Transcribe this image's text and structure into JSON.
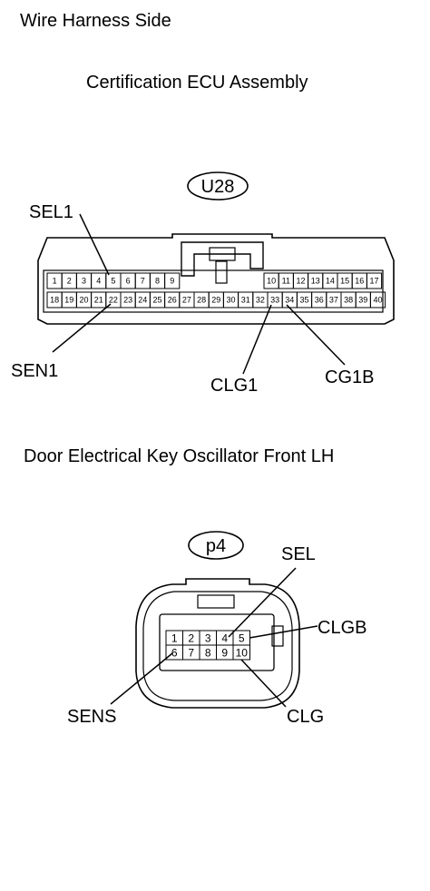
{
  "header": "Wire Harness Side",
  "connector1": {
    "title": "Certification ECU Assembly",
    "code": "U28",
    "row1_left": [
      "1",
      "2",
      "3",
      "4",
      "5",
      "6",
      "7",
      "8",
      "9"
    ],
    "row1_right": [
      "10",
      "11",
      "12",
      "13",
      "14",
      "15",
      "16",
      "17"
    ],
    "row2": [
      "18",
      "19",
      "20",
      "21",
      "22",
      "23",
      "24",
      "25",
      "26",
      "27",
      "28",
      "29",
      "30",
      "31",
      "32",
      "33",
      "34",
      "35",
      "36",
      "37",
      "38",
      "39",
      "40"
    ],
    "labels": {
      "sel1": "SEL1",
      "sen1": "SEN1",
      "clg1": "CLG1",
      "cg1b": "CG1B"
    }
  },
  "connector2": {
    "title": "Door Electrical Key Oscillator Front LH",
    "code": "p4",
    "row1": [
      "1",
      "2",
      "3",
      "4",
      "5"
    ],
    "row2": [
      "6",
      "7",
      "8",
      "9",
      "10"
    ],
    "labels": {
      "sel": "SEL",
      "clgb": "CLGB",
      "sens": "SENS",
      "clg": "CLG"
    }
  }
}
